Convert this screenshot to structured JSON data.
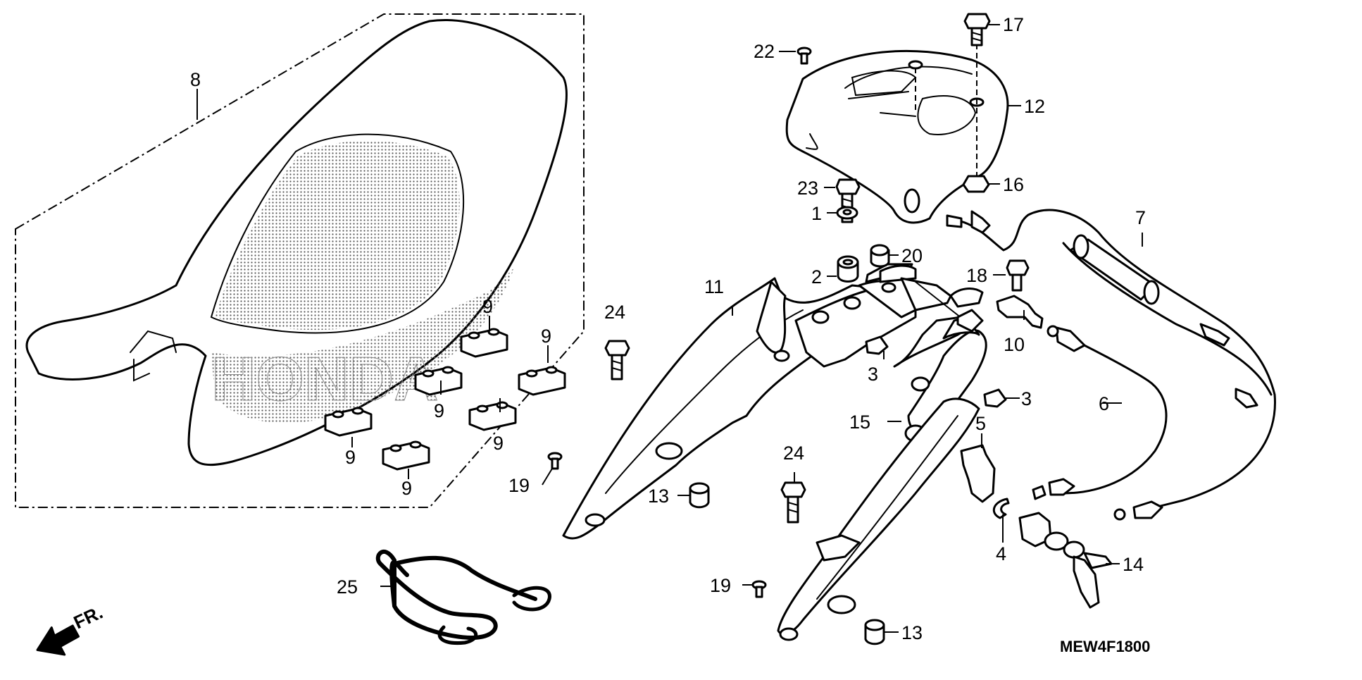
{
  "diagram": {
    "drawing_code": "MEW4F1800",
    "front_indicator": "FR.",
    "seat_logo": "HONDA",
    "callouts": [
      {
        "label": "8"
      },
      {
        "label": "9"
      },
      {
        "label": "9"
      },
      {
        "label": "9"
      },
      {
        "label": "9"
      },
      {
        "label": "9"
      },
      {
        "label": "9"
      },
      {
        "label": "22"
      },
      {
        "label": "17"
      },
      {
        "label": "12"
      },
      {
        "label": "23"
      },
      {
        "label": "16"
      },
      {
        "label": "1"
      },
      {
        "label": "20"
      },
      {
        "label": "2"
      },
      {
        "label": "7"
      },
      {
        "label": "18"
      },
      {
        "label": "11"
      },
      {
        "label": "24"
      },
      {
        "label": "10"
      },
      {
        "label": "3"
      },
      {
        "label": "3"
      },
      {
        "label": "6"
      },
      {
        "label": "15"
      },
      {
        "label": "5"
      },
      {
        "label": "24"
      },
      {
        "label": "19"
      },
      {
        "label": "13"
      },
      {
        "label": "4"
      },
      {
        "label": "14"
      },
      {
        "label": "25"
      },
      {
        "label": "19"
      },
      {
        "label": "13"
      }
    ]
  }
}
